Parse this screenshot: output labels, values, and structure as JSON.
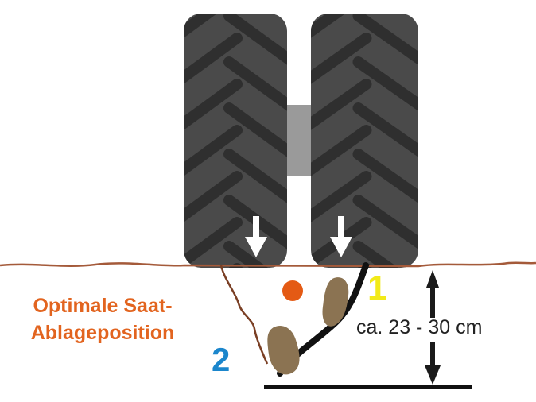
{
  "labels": {
    "seed_position": "Optimale Saat-\nAblageposition",
    "marker_1": "1",
    "marker_2": "2",
    "depth": "ca. 23 - 30 cm"
  },
  "colors": {
    "tire": "#4a4a4a",
    "tread": "#2f2f2f",
    "soil_line": "#a45a3a",
    "seed_dot": "#e45a14",
    "marker_1": "#f2ea18",
    "marker_2": "#1b86cc",
    "root_clumps": "#8b7352",
    "axle": "#9a9a9a",
    "arrows": "#ffffff",
    "dimension_line": "#1a1a1a"
  },
  "icons": {
    "tires": "dual-tire-icon",
    "down_arrows": "arrow-down-icon",
    "dimension": "double-arrow-vertical-icon"
  }
}
